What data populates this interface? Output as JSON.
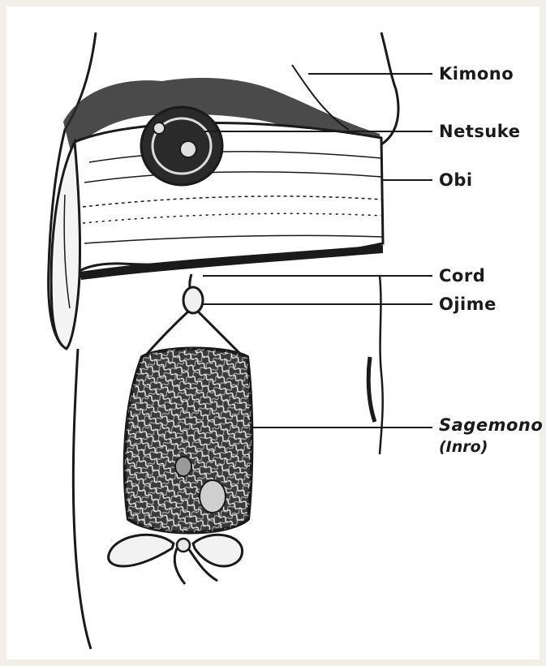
{
  "labels": {
    "kimono": "Kimono",
    "netsuke": "Netsuke",
    "obi": "Obi",
    "cord": "Cord",
    "ojime": "Ojime",
    "sagemono": "Sagemono",
    "inro": "(Inro)"
  },
  "colors": {
    "ink": "#1a1a1a",
    "paper": "#ffffff",
    "border": "#f1efe8"
  }
}
